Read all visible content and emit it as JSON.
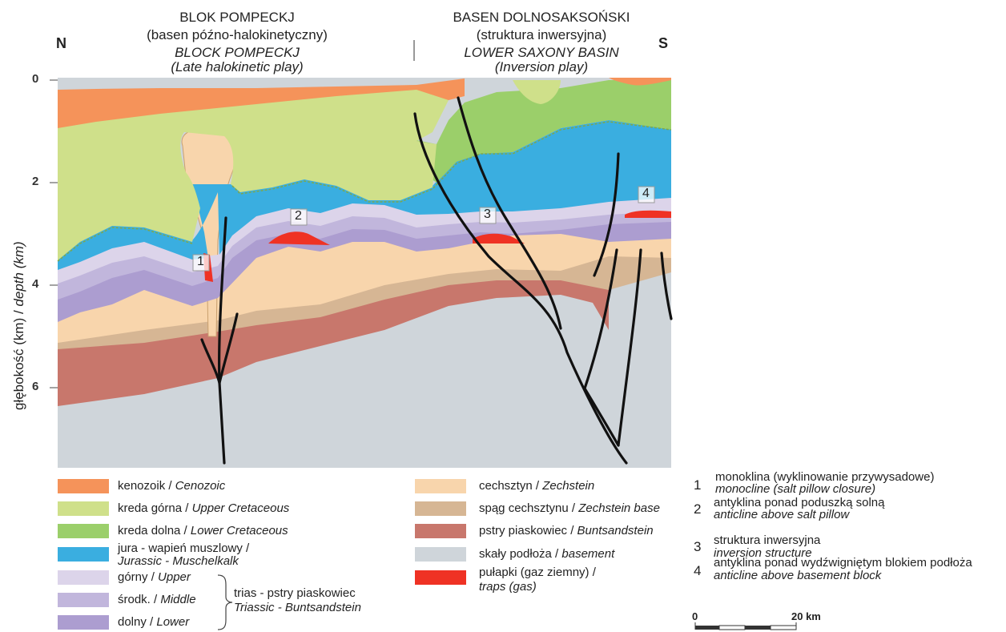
{
  "header": {
    "north": "N",
    "south": "S",
    "left_title_pl": "BLOK POMPECKJ",
    "left_sub_pl": "(basen późno-halokinetyczny)",
    "left_title_en": "BLOCK POMPECKJ",
    "left_sub_en": "(Late halokinetic play)",
    "right_title_pl": "BASEN DOLNOSAKSOŃSKI",
    "right_sub_pl": "(struktura inwersyjna)",
    "right_title_en": "LOWER SAXONY BASIN",
    "right_sub_en": "(Inversion play)"
  },
  "axis": {
    "ylabel_pl": "głębokość (km) / ",
    "ylabel_en": "depth (km)",
    "ticks": [
      "0",
      "2",
      "4",
      "6"
    ]
  },
  "markers": [
    "1",
    "2",
    "3",
    "4"
  ],
  "colors": {
    "cenozoic": "#f5935a",
    "upper_cretaceous": "#cfe08a",
    "lower_cretaceous": "#9bcf6a",
    "jurassic": "#3aaee0",
    "trias_upper": "#dcd4ea",
    "trias_middle": "#c1b6dc",
    "trias_lower": "#ac9dd0",
    "zechstein": "#f8d5ac",
    "zechstein_base": "#d6b694",
    "buntsandstein": "#c8776c",
    "basement": "#cfd5da",
    "traps": "#ef3224",
    "fault": "#111111"
  },
  "legend": {
    "left": [
      {
        "pl": "kenozoik / ",
        "en": "Cenozoic",
        "color": "#f5935a"
      },
      {
        "pl": "kreda górna / ",
        "en": "Upper Cretaceous",
        "color": "#cfe08a"
      },
      {
        "pl": "kreda dolna / ",
        "en": "Lower Cretaceous",
        "color": "#9bcf6a"
      },
      {
        "pl": "jura - wapień muszlowy /",
        "en": "Jurassic - Muschelkalk",
        "color": "#3aaee0"
      },
      {
        "pl": "górny / ",
        "en": "Upper",
        "color": "#dcd4ea"
      },
      {
        "pl": "środk. / ",
        "en": "Middle",
        "color": "#c1b6dc"
      },
      {
        "pl": "dolny / ",
        "en": "Lower",
        "color": "#ac9dd0"
      }
    ],
    "trias_group_pl": "trias - pstry piaskowiec",
    "trias_group_en": "Triassic - Buntsandstein",
    "right": [
      {
        "pl": "cechsztyn / ",
        "en": "Zechstein",
        "color": "#f8d5ac"
      },
      {
        "pl": "spąg cechsztynu / ",
        "en": "Zechstein base",
        "color": "#d6b694"
      },
      {
        "pl": "pstry piaskowiec / ",
        "en": "Buntsandstein",
        "color": "#c8776c"
      },
      {
        "pl": "skały podłoża / ",
        "en": "basement",
        "color": "#cfd5da"
      },
      {
        "pl": "pułapki (gaz ziemny) /",
        "en": "traps (gas)",
        "color": "#ef3224"
      }
    ]
  },
  "notes": [
    {
      "n": "1",
      "pl": "monoklina (wyklinowanie przywysadowe)",
      "en": "monocline (salt pillow closure)"
    },
    {
      "n": "2",
      "pl": "antyklina ponad poduszką solną",
      "en": "anticline above salt pillow"
    },
    {
      "n": "3",
      "pl": "struktura inwersyjna",
      "en": "inversion structure"
    },
    {
      "n": "4",
      "pl": "antyklina ponad wydźwigniętym blokiem podłoża",
      "en": "anticline above basement block"
    }
  ],
  "scale": {
    "zero": "0",
    "max": "20 km"
  }
}
